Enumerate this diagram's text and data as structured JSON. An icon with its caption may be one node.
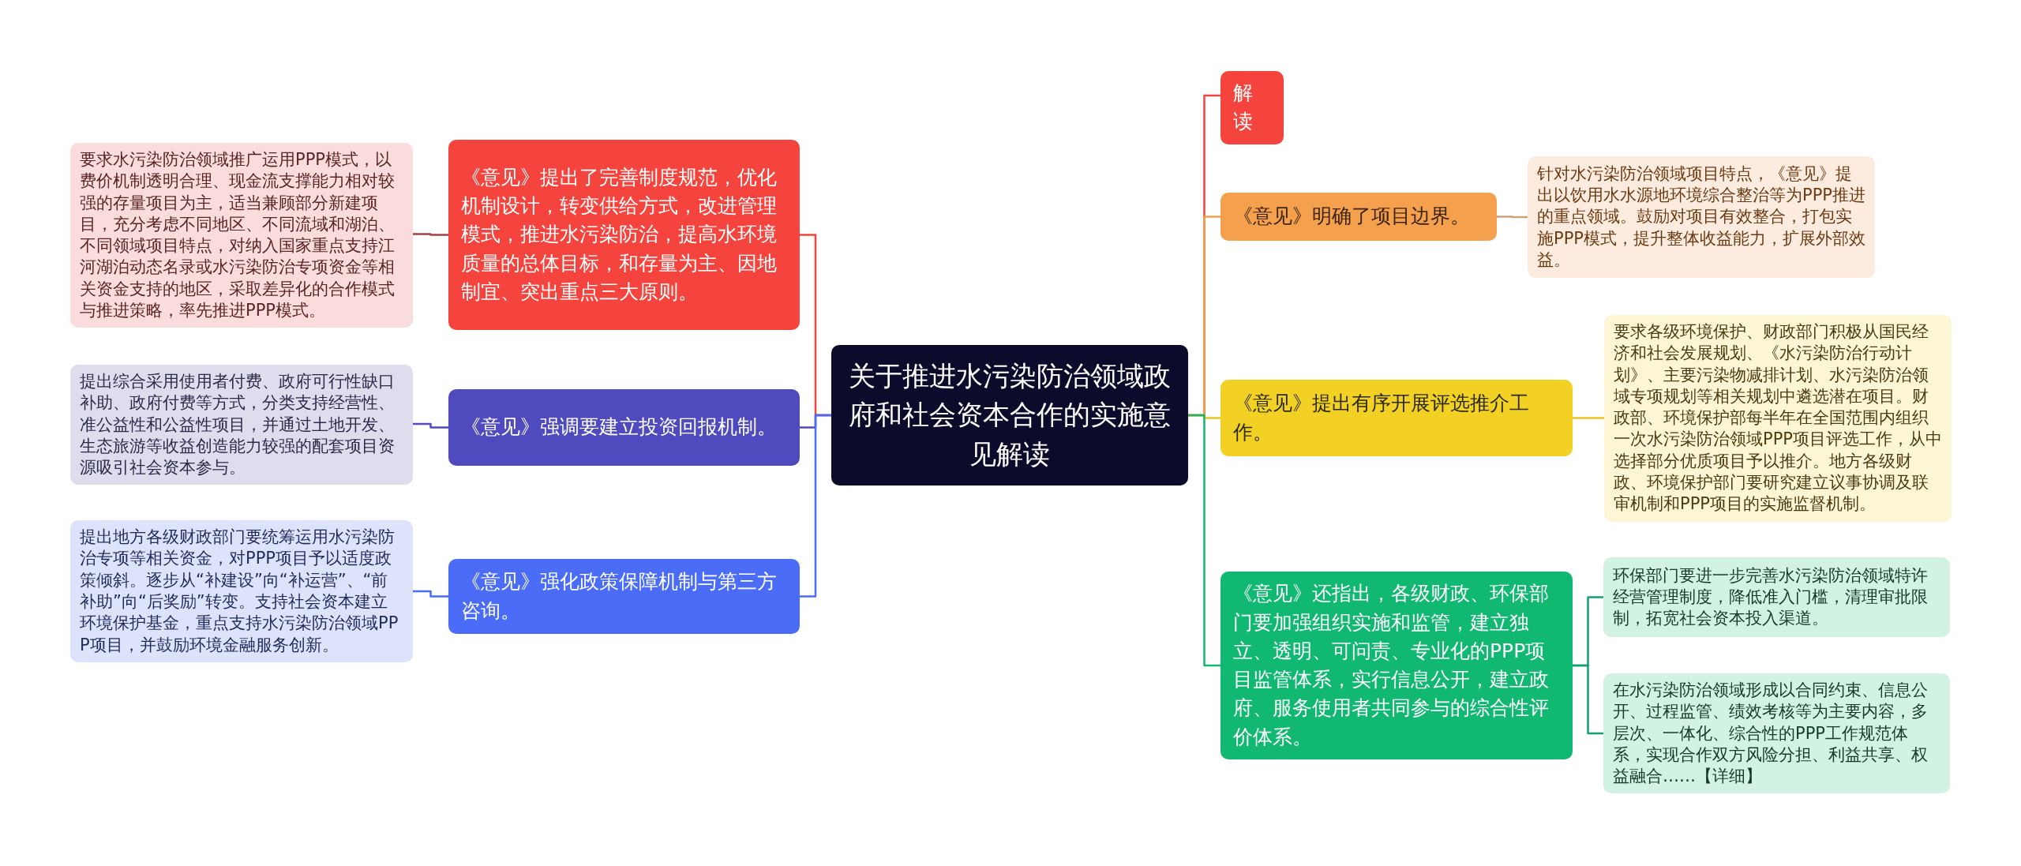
{
  "diagram": {
    "nodes": [
      {
        "text": [
          "关于推进水污染防治领域政府和社会资本合作的实施意见解读"
        ]
      },
      {
        "text": [
          "《意见》提出了完善制度规范，优化机制设计，转变供给方式，改进管理模式，推进水污染防治，提高水环境质量的总体目标，和存量为主、因地制宜、突出重点三大原则。"
        ]
      },
      {
        "text": [
          "要求水污染防治领域推广运用PPP模式，以费价机制透明合理、现金流支撑能力相对较强的存量项目为主，适当兼顾部分新建项目，充分考虑不同地区、不同流域和湖泊、不同领域项目特点，对纳入国家重点支持江河湖泊动态名录或水污染防治专项资金等相关资金支持的地区，采取差异化的合作模式与推进策略，率先推进PPP模式。"
        ]
      },
      {
        "text": [
          "《意见》强调要建立投资回报机制。"
        ]
      },
      {
        "text": [
          "提出综合采用使用者付费、政府可行性缺口补助、政府付费等方式，分类支持经营性、准公益性和公益性项目，并通过土地开发、生态旅游等收益创造能力较强的配套项目资源吸引社会资本参与。"
        ]
      },
      {
        "text": [
          "《意见》强化政策保障机制与第三方咨询。"
        ]
      },
      {
        "text": [
          "提出地方各级财政部门要统筹运用水污染防治专项等相关资金，对PPP项目予以适度政策倾斜。逐步从“补建设”向“补运营”、“前补助”向“后奖励”转变。支持社会资本建立环境保护基金，重点支持水污染防治领域PPP项目，并鼓励环境金融服务创新。"
        ]
      },
      {
        "text": [
          "解读"
        ]
      },
      {
        "text": [
          "《意见》明确了项目边界。"
        ]
      },
      {
        "text": [
          "针对水污染防治领域项目特点，《意见》提出以饮用水水源地环境综合整治等为PPP推进的重点领域。鼓励对项目有效整合，打包实施PPP模式，提升整体收益能力，扩展外部效益。"
        ]
      },
      {
        "text": [
          "《意见》提出有序开展评选推介工作。"
        ]
      },
      {
        "text": [
          "要求各级环境保护、财政部门积极从国民经济和社会发展规划、《水污染防治行动计划》、主要污染物减排计划、水污染防治领域专项规划等相关规划中遴选潜在项目。财政部、环境保护部每半年在全国范围内组织一次水污染防治领域PPP项目评选工作，从中选择部分优质项目予以推介。地方各级财政、环境保护部门要研究建立议事协调及联审机制和PPP项目的实施监督机制。"
        ]
      },
      {
        "text": [
          "《意见》还指出，各级财政、环保部门要加强组织实施和监管，建立独立、透明、可问责、专业化的PPP项目监管体系，实行信息公开，建立政府、服务使用者共同参与的综合性评价体系。"
        ]
      },
      {
        "text": [
          "环保部门要进一步完善水污染防治领域特许经营管理制度，降低准入门槛，清理审批限制，拓宽社会资本投入渠道。"
        ]
      },
      {
        "text": [
          "在水污染防治领域形成以合同约束、信息公开、过程监管、绩效考核等为主要内容，多层次、一体化、综合性的PPP工作规范体系，实现合作双方风险分担、利益共享、权益融合……【详细】"
        ]
      }
    ],
    "edges": [
      {
        "from": 0,
        "to": 1,
        "arrow": "none",
        "color": "#f0443c"
      },
      {
        "from": 1,
        "to": 2,
        "arrow": "none",
        "color": "#a3424a"
      },
      {
        "from": 0,
        "to": 3,
        "arrow": "none",
        "color": "#4f4bbf"
      },
      {
        "from": 3,
        "to": 4,
        "arrow": "none",
        "color": "#4f4bbf"
      },
      {
        "from": 0,
        "to": 5,
        "arrow": "none",
        "color": "#4a6cf7"
      },
      {
        "from": 5,
        "to": 6,
        "arrow": "none",
        "color": "#4a6cf7"
      },
      {
        "from": 0,
        "to": 7,
        "arrow": "none",
        "color": "#f0443c"
      },
      {
        "from": 0,
        "to": 8,
        "arrow": "none",
        "color": "#f4a04d"
      },
      {
        "from": 8,
        "to": 9,
        "arrow": "none",
        "color": "#c9a27a"
      },
      {
        "from": 0,
        "to": 10,
        "arrow": "none",
        "color": "#e8c520"
      },
      {
        "from": 10,
        "to": 11,
        "arrow": "none",
        "color": "#e8c520"
      },
      {
        "from": 0,
        "to": 12,
        "arrow": "none",
        "color": "#12b76f"
      },
      {
        "from": 12,
        "to": 13,
        "arrow": "none",
        "color": "#12a070"
      },
      {
        "from": 12,
        "to": 14,
        "arrow": "none",
        "color": "#12a070"
      }
    ]
  }
}
